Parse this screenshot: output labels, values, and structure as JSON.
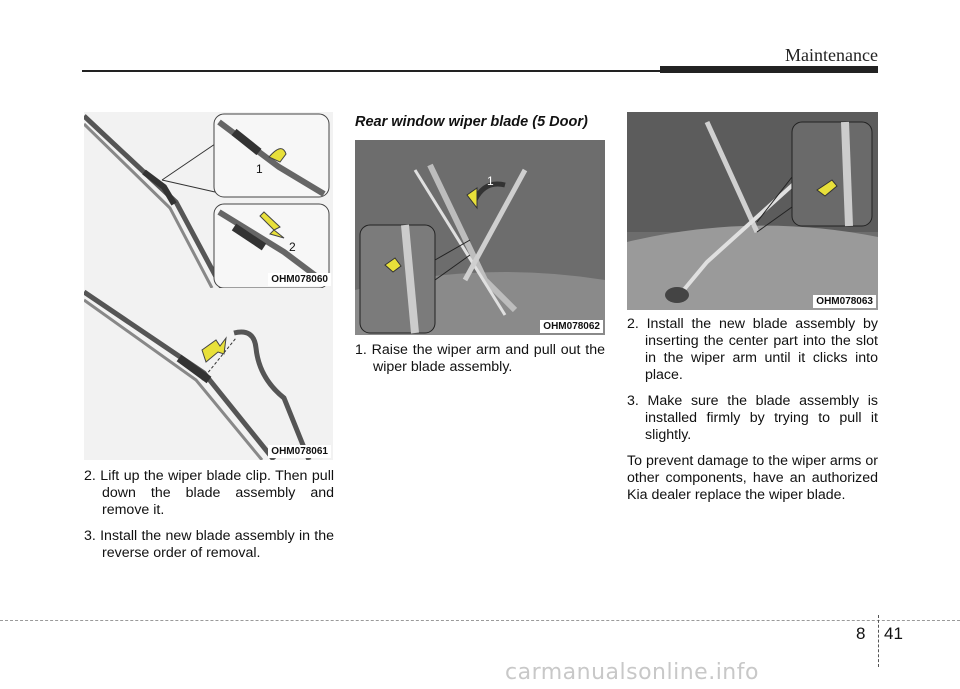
{
  "header": {
    "section_title": "Maintenance"
  },
  "figures": {
    "fig1": {
      "code": "OHM078060",
      "callout_1": "1",
      "callout_2": "2"
    },
    "fig2": {
      "code": "OHM078061"
    },
    "fig3": {
      "code": "OHM078062",
      "callout_1": "1"
    },
    "fig4": {
      "code": "OHM078063"
    }
  },
  "column_left": {
    "step2": "2. Lift up the wiper blade clip. Then pull down the blade assembly and remove it.",
    "step3": "3. Install the new blade assembly in the reverse order of removal."
  },
  "column_middle": {
    "heading": "Rear window wiper blade (5 Door)",
    "step1": "1. Raise the wiper arm and pull out the wiper blade assembly."
  },
  "column_right": {
    "step2": "2. Install the new blade assembly by inserting the center part into the slot in the wiper arm until it clicks into place.",
    "step3": "3. Make sure the blade assembly is installed firmly by trying to pull it slightly.",
    "note": "To prevent damage to the wiper arms or other components, have an authorized Kia dealer replace the wiper blade."
  },
  "footer": {
    "chapter": "8",
    "page": "41",
    "watermark": "carmanualsonline.info"
  }
}
